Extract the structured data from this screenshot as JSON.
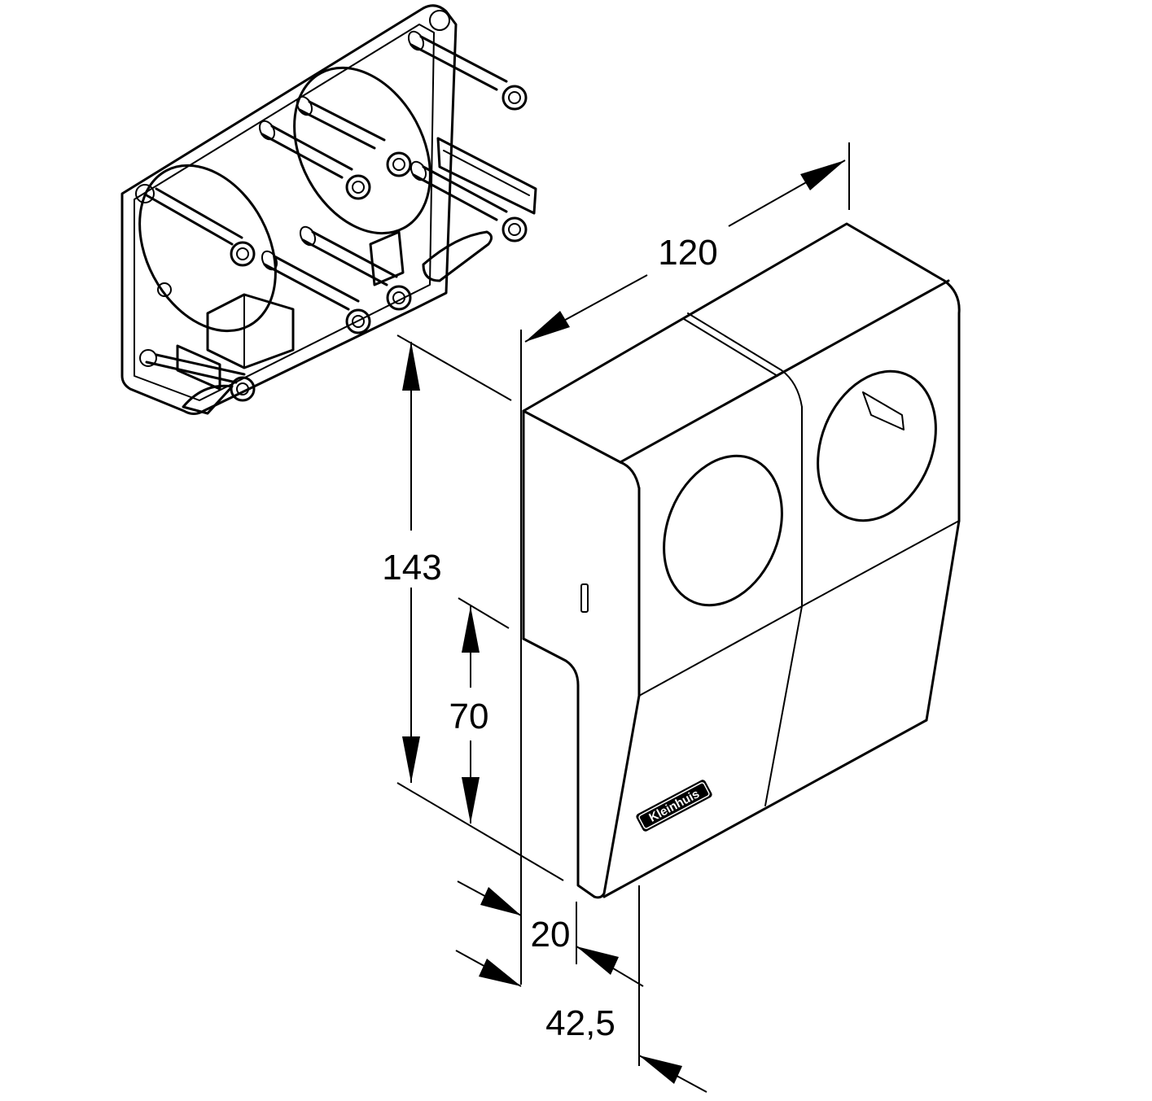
{
  "drawing": {
    "dimensions": {
      "width": "120",
      "height": "143",
      "lower_height": "70",
      "front_depth": "20",
      "total_depth": "42,5"
    },
    "brand_logo_text": "Kleinhuis",
    "line_color": "#000000",
    "background_color": "#ffffff"
  }
}
